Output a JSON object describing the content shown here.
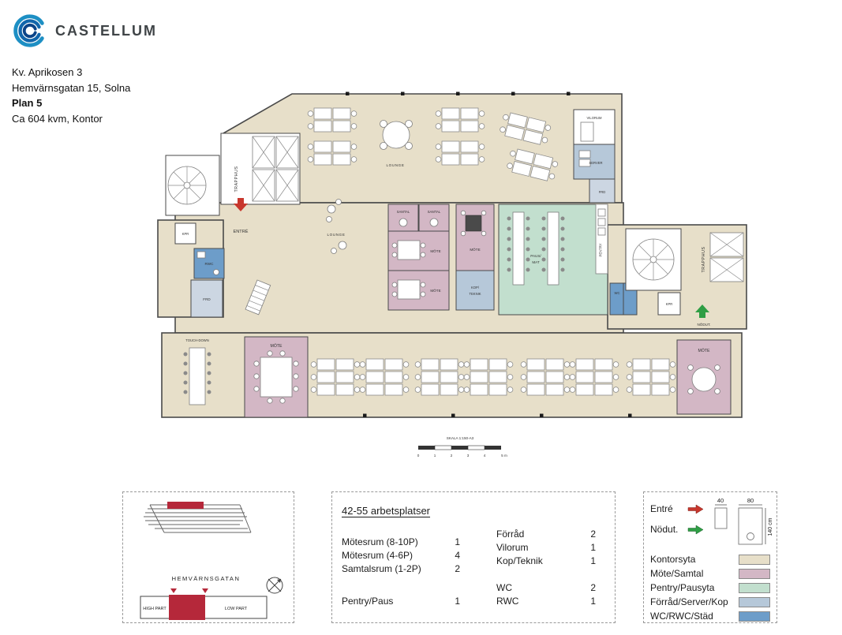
{
  "header": {
    "brand": "CASTELLUM",
    "project": "Kv. Aprikosen 3",
    "address": "Hemvärnsgatan 15, Solna",
    "floor": "Plan 5",
    "area": "Ca 604 kvm, Kontor"
  },
  "plan": {
    "rooms": {
      "trapphus_left": "TRAPPHUS",
      "trapphus_right": "TRAPPHUS",
      "entre": "ENTRÉ",
      "kpr_left": "KPR",
      "kpr_right": "KPR",
      "rwc": "RWC",
      "frd_left": "FRD",
      "frd_right": "FRD",
      "lounge_top": "LOUNGE",
      "lounge_mid": "LOUNGE",
      "samtal_1": "SAMTAL",
      "samtal_2": "SAMTAL",
      "mote_mid_left": "MÖTE",
      "mote_mid_right": "MÖTE",
      "mote_mid_lower": "MÖTE",
      "mote_bottom_left": "MÖTE",
      "mote_bottom_right": "MÖTE",
      "kop_line1": "KOP/",
      "kop_line2": "TEKNIK",
      "paus_line1": "PAUS/",
      "paus_line2": "MAT",
      "pentry": "PENTRY",
      "vilorum": "VILORUM",
      "server": "SERVER",
      "wc": "WC",
      "nodut": "NÖDUT.",
      "touch_down": "TOUCH-DOWN"
    },
    "scale": {
      "label": "SKALA 1:150-A3",
      "ticks": [
        "0",
        "1",
        "2",
        "3",
        "4",
        "5 m"
      ]
    }
  },
  "sitemap": {
    "street": "HEMVÄRNSGATAN",
    "high_part": "HIGH PART",
    "low_part": "LOW PART"
  },
  "stats": {
    "title": "42-55 arbetsplatser",
    "left": [
      {
        "label": "Mötesrum (8-10P)",
        "value": "1"
      },
      {
        "label": "Mötesrum (4-6P)",
        "value": "4"
      },
      {
        "label": "Samtalsrum (1-2P)",
        "value": "2"
      },
      {
        "label": "Pentry/Paus",
        "value": "1"
      }
    ],
    "right": [
      {
        "label": "Förråd",
        "value": "2"
      },
      {
        "label": "Vilorum",
        "value": "1"
      },
      {
        "label": "Kop/Teknik",
        "value": "1"
      },
      {
        "label": "WC",
        "value": "2"
      },
      {
        "label": "RWC",
        "value": "1"
      }
    ]
  },
  "legend": {
    "entre_label": "Entré",
    "nodut_label": "Nödut.",
    "dims": {
      "d40": "40",
      "d80": "80",
      "d140": "140 cm"
    },
    "arrow_colors": {
      "entre": "#c8372d",
      "nodut": "#2f9e45"
    },
    "colors": [
      {
        "label": "Kontorsyta",
        "color": "#e7dfc9"
      },
      {
        "label": "Möte/Samtal",
        "color": "#d3b7c5"
      },
      {
        "label": "Pentry/Pausyta",
        "color": "#c2dfce"
      },
      {
        "label": "Förråd/Server/Kop",
        "color": "#b6c8d9"
      },
      {
        "label": "WC/RWC/Städ",
        "color": "#6d9dc9"
      }
    ]
  }
}
